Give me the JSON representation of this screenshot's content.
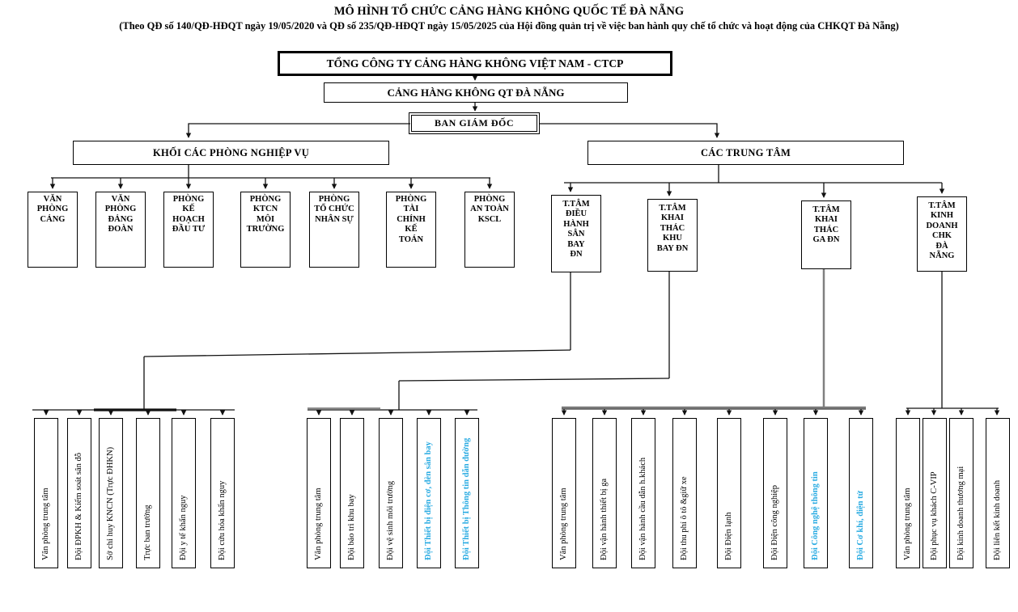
{
  "title": "MÔ HÌNH TỔ CHỨC CẢNG HÀNG KHÔNG QUỐC TẾ ĐÀ NẴNG",
  "subtitle": "(Theo QĐ số 140/QĐ-HĐQT ngày 19/05/2020 và QĐ số 235/QĐ-HĐQT ngày 15/05/2025 của Hội đồng quản trị về việc ban hành quy chế tổ chức và hoạt động của CHKQT Đà Nẵng)",
  "hierarchy": {
    "corporation": "TỔNG CÔNG TY CẢNG HÀNG KHÔNG VIỆT NAM - CTCP",
    "airport": "CẢNG HÀNG KHÔNG QT ĐÀ NẴNG",
    "board": "BAN GIÁM ĐỐC",
    "departments_block": "KHỐI CÁC  PHÒNG NGHIỆP VỤ",
    "centers_block": "CÁC TRUNG TÂM"
  },
  "departments": [
    "VĂN\nPHÒNG\nCẢNG",
    "VĂN\nPHÒNG\nĐẢNG\nĐOÀN",
    "PHÒNG\nKẾ\nHOẠCH\nĐẦU TƯ",
    "PHÒNG\nKTCN\nMÔI\nTRƯỜNG",
    "PHÒNG\nTỔ CHỨC\nNHÂN SỰ",
    "PHÒNG\nTÀI\nCHÍNH\nKẾ\nTOÁN",
    "PHÒNG\nAN TOÀN\nKSCL"
  ],
  "centers": [
    "T.TÂM\nĐIỀU\nHÀNH\nSÂN\nBAY\nĐN",
    "T.TÂM\nKHAI\nTHÁC\nKHU\nBAY ĐN",
    "T.TÂM\nKHAI\nTHÁC\nGA ĐN",
    "T.TÂM\nKINH\nDOANH\nCHK\nĐÀ\nNẴNG"
  ],
  "teams": {
    "group1": [
      {
        "label": "Văn phòng trung tâm",
        "color": "#000000",
        "weight": "normal"
      },
      {
        "label": "Đội ĐPKH & Kiểm soát sân đỗ",
        "color": "#000000",
        "weight": "normal"
      },
      {
        "label": "Sở chỉ huy KNCN (Trực ĐHKN)",
        "color": "#000000",
        "weight": "normal"
      },
      {
        "label": "Trực ban trưởng",
        "color": "#000000",
        "weight": "normal"
      },
      {
        "label": "Đội y tế khẩn nguy",
        "color": "#000000",
        "weight": "normal"
      },
      {
        "label": "Đội cứu hỏa khẩn nguy",
        "color": "#000000",
        "weight": "normal"
      }
    ],
    "group2": [
      {
        "label": "Văn phòng trung tâm",
        "color": "#000000",
        "weight": "normal"
      },
      {
        "label": "Đội bảo trì khu bay",
        "color": "#000000",
        "weight": "normal"
      },
      {
        "label": "Đội vệ sinh môi trường",
        "color": "#000000",
        "weight": "normal"
      },
      {
        "label": "Đội Thiết bị điện cơ, đèn sân bay",
        "color": "#29abe2",
        "weight": "bold"
      },
      {
        "label": "Đội Thiết bị Thông tin dẫn đường",
        "color": "#29abe2",
        "weight": "bold"
      }
    ],
    "group3": [
      {
        "label": "Văn phòng trung tâm",
        "color": "#000000",
        "weight": "normal"
      },
      {
        "label": "Đội vận hành thiết bị ga",
        "color": "#000000",
        "weight": "normal"
      },
      {
        "label": "Đội vận hành cầu dẫn h.khách",
        "color": "#000000",
        "weight": "normal"
      },
      {
        "label": "Đội thu phí ô tô &giữ xe",
        "color": "#000000",
        "weight": "normal"
      },
      {
        "label": "Đội Điện lạnh",
        "color": "#000000",
        "weight": "normal"
      },
      {
        "label": "Đội Điện công nghiệp",
        "color": "#000000",
        "weight": "normal"
      },
      {
        "label": "Đội Công nghệ thông tin",
        "color": "#29abe2",
        "weight": "bold"
      },
      {
        "label": "Đội Cơ khí, điện tử",
        "color": "#29abe2",
        "weight": "bold"
      }
    ],
    "group4": [
      {
        "label": "Văn phòng trung tâm",
        "color": "#000000",
        "weight": "normal"
      },
      {
        "label": "Đội phục vụ khách C-VIP",
        "color": "#000000",
        "weight": "normal"
      },
      {
        "label": "Đội kinh doanh thương mại",
        "color": "#000000",
        "weight": "normal"
      },
      {
        "label": "Đội liên kết kinh doanh",
        "color": "#000000",
        "weight": "normal"
      }
    ]
  },
  "colors": {
    "highlight": "#29abe2",
    "line": "#111111"
  }
}
